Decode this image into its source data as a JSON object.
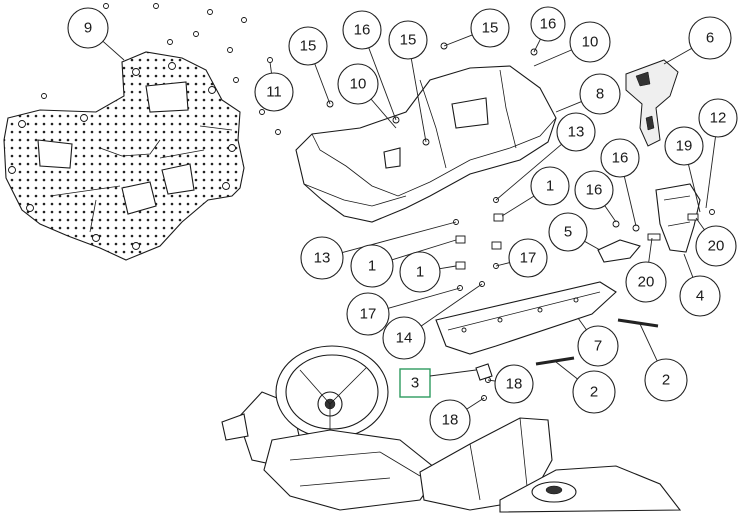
{
  "diagram": {
    "callouts": [
      {
        "id": "c-9",
        "label": "9"
      },
      {
        "id": "c-15a",
        "label": "15"
      },
      {
        "id": "c-16a",
        "label": "16"
      },
      {
        "id": "c-15b",
        "label": "15"
      },
      {
        "id": "c-15c",
        "label": "15"
      },
      {
        "id": "c-16b",
        "label": "16"
      },
      {
        "id": "c-10a",
        "label": "10"
      },
      {
        "id": "c-10b",
        "label": "10"
      },
      {
        "id": "c-6",
        "label": "6"
      },
      {
        "id": "c-11",
        "label": "11"
      },
      {
        "id": "c-8",
        "label": "8"
      },
      {
        "id": "c-12",
        "label": "12"
      },
      {
        "id": "c-13a",
        "label": "13"
      },
      {
        "id": "c-16c",
        "label": "16"
      },
      {
        "id": "c-19",
        "label": "19"
      },
      {
        "id": "c-1a",
        "label": "1"
      },
      {
        "id": "c-16d",
        "label": "16"
      },
      {
        "id": "c-5",
        "label": "5"
      },
      {
        "id": "c-13b",
        "label": "13"
      },
      {
        "id": "c-1b",
        "label": "1"
      },
      {
        "id": "c-20a",
        "label": "20"
      },
      {
        "id": "c-1c",
        "label": "1"
      },
      {
        "id": "c-17a",
        "label": "17"
      },
      {
        "id": "c-20b",
        "label": "20"
      },
      {
        "id": "c-4",
        "label": "4"
      },
      {
        "id": "c-17b",
        "label": "17"
      },
      {
        "id": "c-14",
        "label": "14"
      },
      {
        "id": "c-7",
        "label": "7"
      },
      {
        "id": "c-2a",
        "label": "2"
      },
      {
        "id": "c-2b",
        "label": "2"
      },
      {
        "id": "c-18a",
        "label": "18"
      },
      {
        "id": "c-18b",
        "label": "18"
      }
    ],
    "highlighted_label": "3",
    "accent_color": "#2e9b5f"
  }
}
